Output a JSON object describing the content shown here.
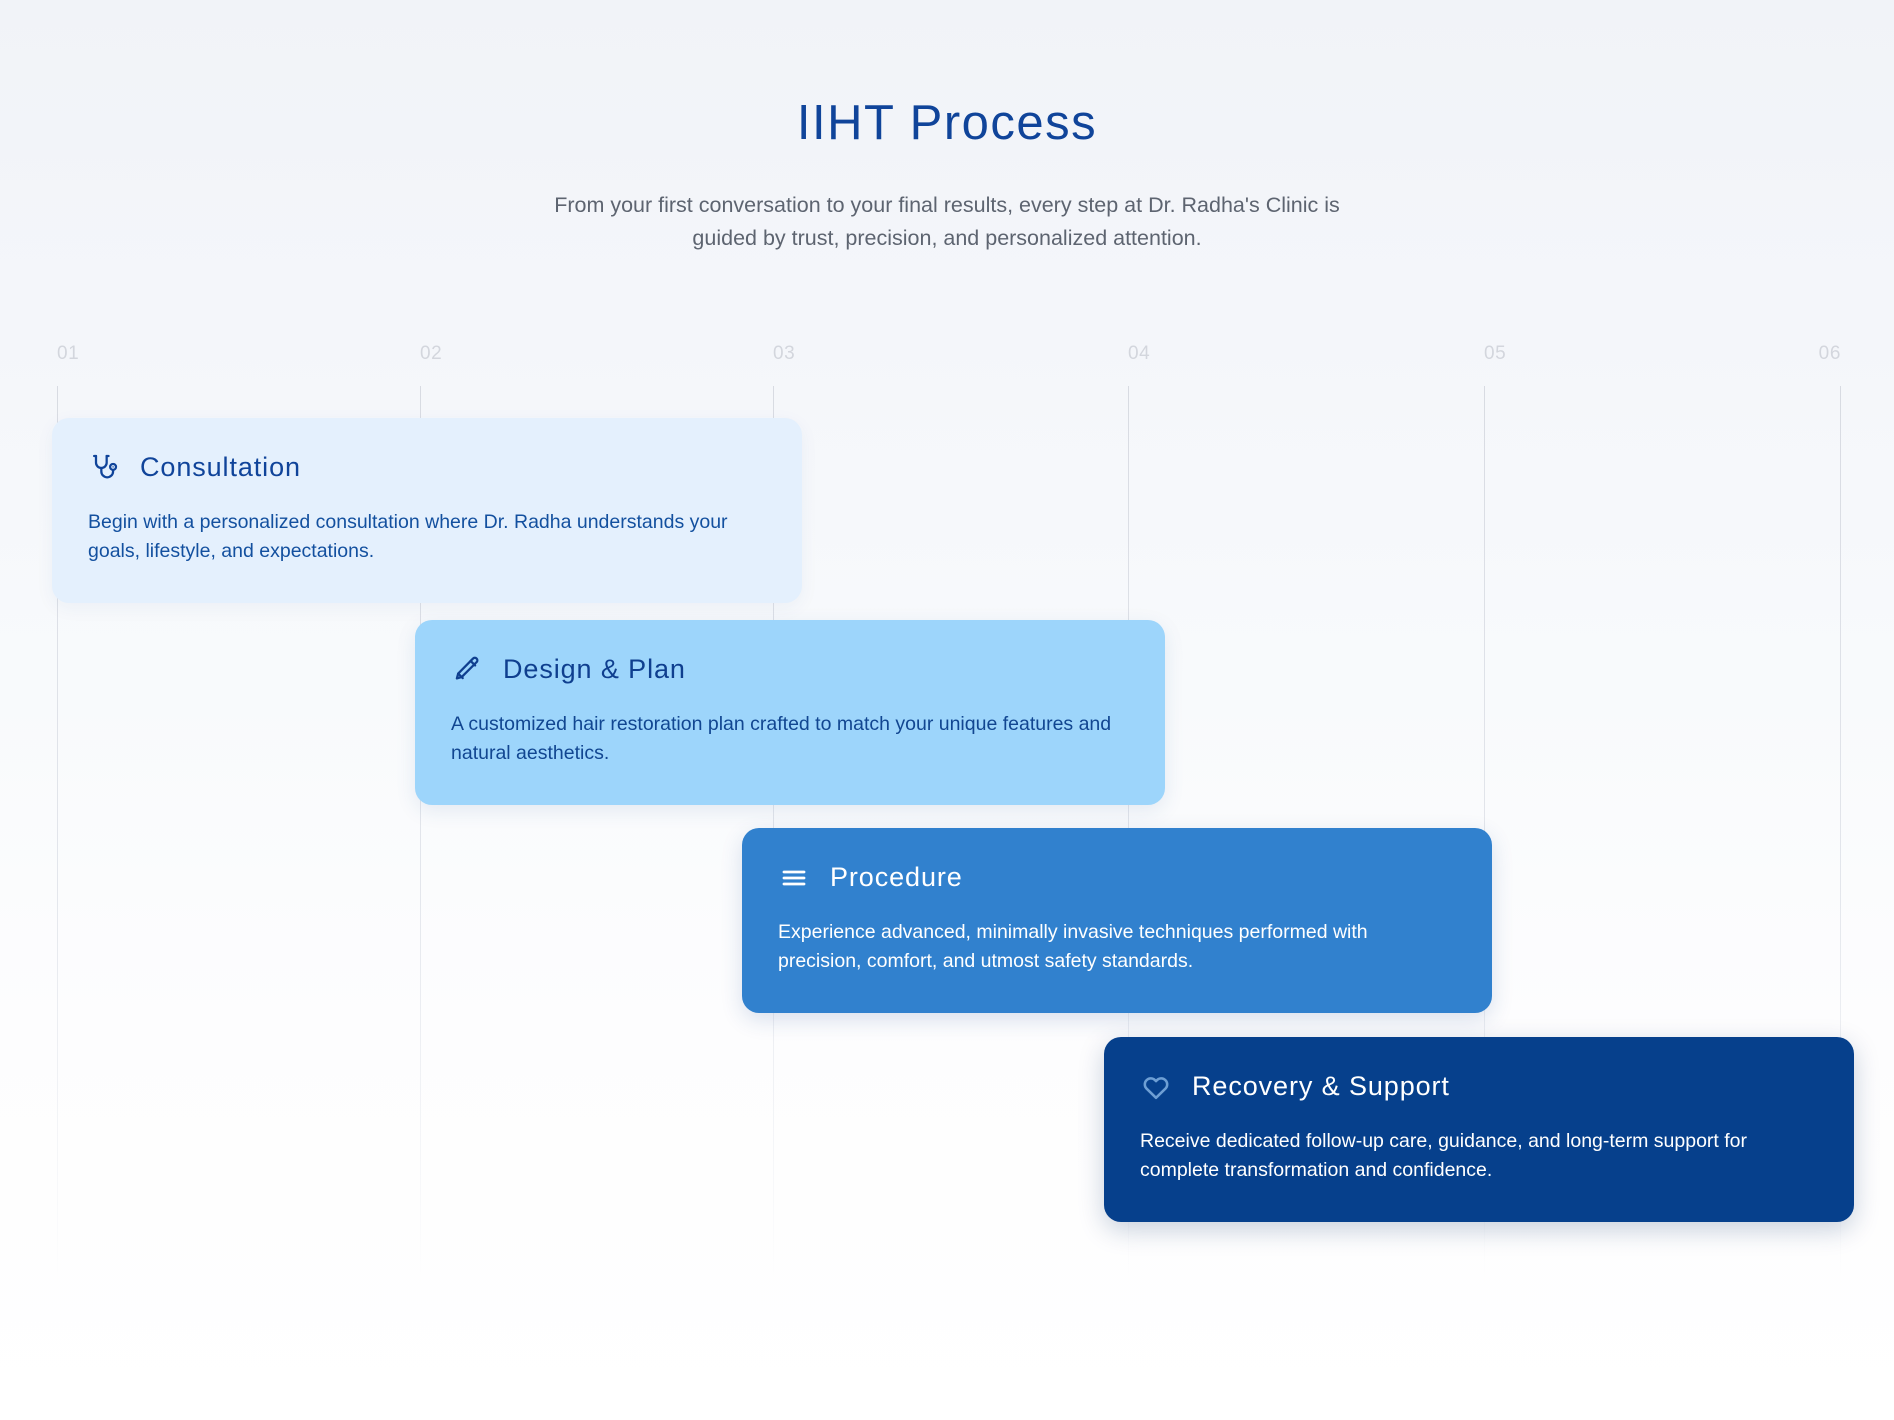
{
  "header": {
    "title": "IIHT  Process",
    "subtitle": "From your first conversation to your final results, every step at Dr. Radha's Clinic is guided by trust, precision, and personalized attention.",
    "title_color": "#10449a",
    "subtitle_color": "#5d6470"
  },
  "timeline": {
    "ticks": [
      {
        "label": "01"
      },
      {
        "label": "02"
      },
      {
        "label": "03"
      },
      {
        "label": "04"
      },
      {
        "label": "05"
      },
      {
        "label": "06"
      }
    ],
    "tick_color": "#d3d6dd",
    "line_color": "#d8dbe2"
  },
  "steps": [
    {
      "step_number": "01",
      "icon": "stethoscope-icon",
      "title": "Consultation",
      "description": "Begin with a personalized consultation where Dr. Radha understands your goals, lifestyle, and expectations.",
      "background": "#e4f0fd",
      "text_color": "#10449a"
    },
    {
      "step_number": "02",
      "icon": "pencil-icon",
      "title": "Design  &  Plan",
      "description": "A customized hair restoration plan crafted to match your unique features and natural aesthetics.",
      "background": "#9dd5fb",
      "text_color": "#0f3f8f"
    },
    {
      "step_number": "03",
      "icon": "menu-lines-icon",
      "title": "Procedure",
      "description": "Experience advanced, minimally invasive techniques performed with precision, comfort, and utmost safety standards.",
      "background": "#3181ce",
      "text_color": "#ffffff"
    },
    {
      "step_number": "04",
      "icon": "heart-icon",
      "title": "Recovery  &  Support",
      "description": "Receive dedicated follow-up care, guidance, and long-term support for complete transformation and confidence.",
      "background": "#06408c",
      "text_color": "#ffffff"
    }
  ]
}
